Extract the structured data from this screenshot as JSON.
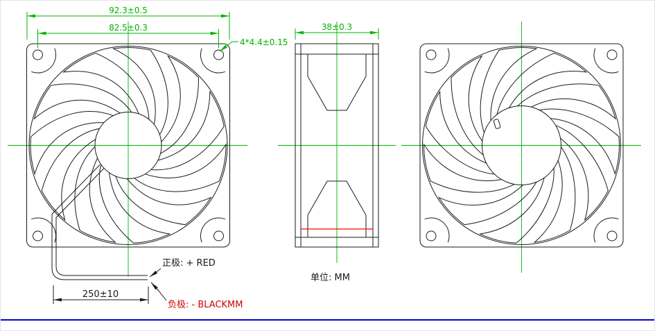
{
  "drawing": {
    "front_view": {
      "dim_outer": "92.3±0.5",
      "dim_hole_pitch": "82.5±0.3",
      "dim_mount_hole": "4*4.4±0.15"
    },
    "side_view": {
      "dim_depth": "38±0.3"
    },
    "leads": {
      "dim_length": "250±10",
      "positive_label": "正极: + RED",
      "negative_label": "负极: - BLACKMM"
    },
    "unit_note": "单位: MM",
    "colors": {
      "geometry": "#1a1a1a",
      "dimension_green": "#00b400",
      "accent_red": "#ff0000",
      "footer_blue": "#0000dd",
      "background": "#ffffff"
    }
  }
}
